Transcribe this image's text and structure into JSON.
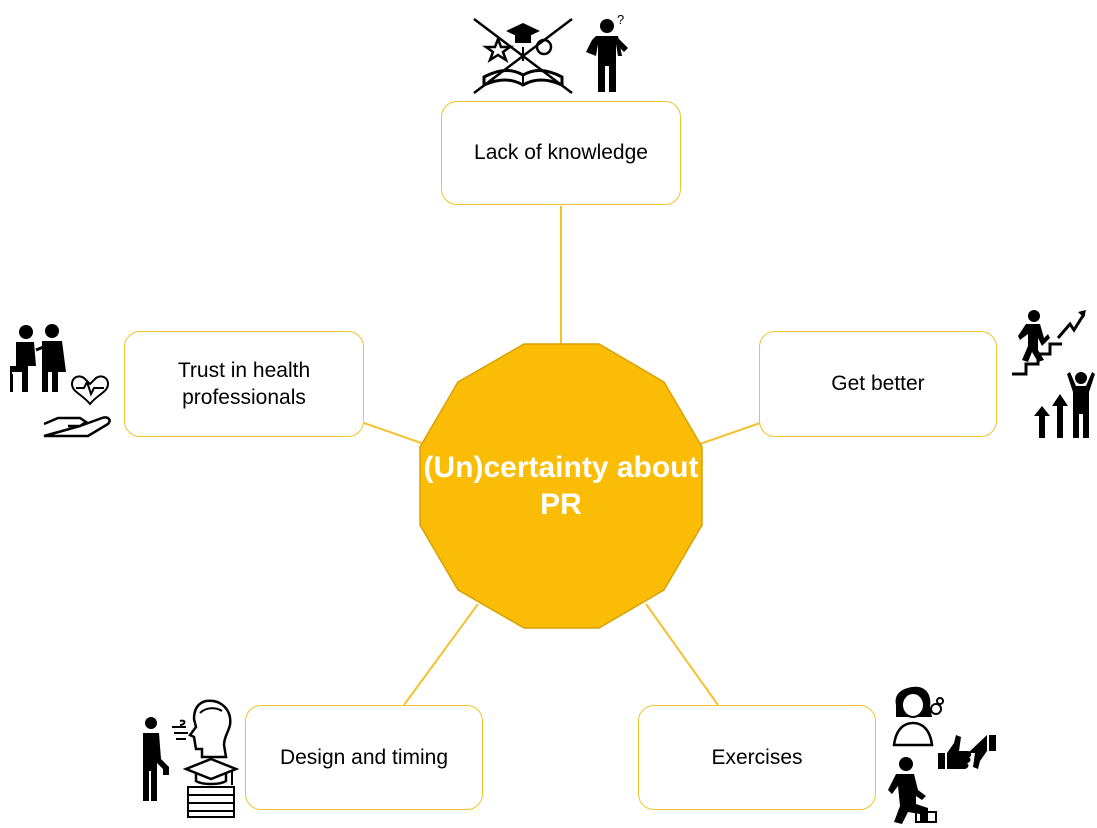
{
  "center": {
    "label": "(Un)certainty about PR",
    "fill": "#fbbc05",
    "stroke": "#d9a100"
  },
  "connector_color": "#f2c230",
  "nodes": [
    {
      "id": "lack-of-knowledge",
      "label": "Lack of knowledge",
      "icons": [
        "crossed-graduation-book-icon",
        "confused-person-icon"
      ]
    },
    {
      "id": "trust-in-health-professionals",
      "label": "Trust in health professionals",
      "icons": [
        "doctor-patient-icon",
        "hand-heart-icon"
      ]
    },
    {
      "id": "get-better",
      "label": "Get better",
      "icons": [
        "climbing-stairs-icon",
        "growth-arrows-person-icon"
      ]
    },
    {
      "id": "design-and-timing",
      "label": "Design and timing",
      "icons": [
        "stretching-person-icon",
        "breathing-person-icon",
        "books-graduation-icon"
      ]
    },
    {
      "id": "exercises",
      "label": "Exercises",
      "icons": [
        "breathless-woman-icon",
        "thumbs-up-down-icon",
        "kneeling-person-icon"
      ]
    }
  ]
}
